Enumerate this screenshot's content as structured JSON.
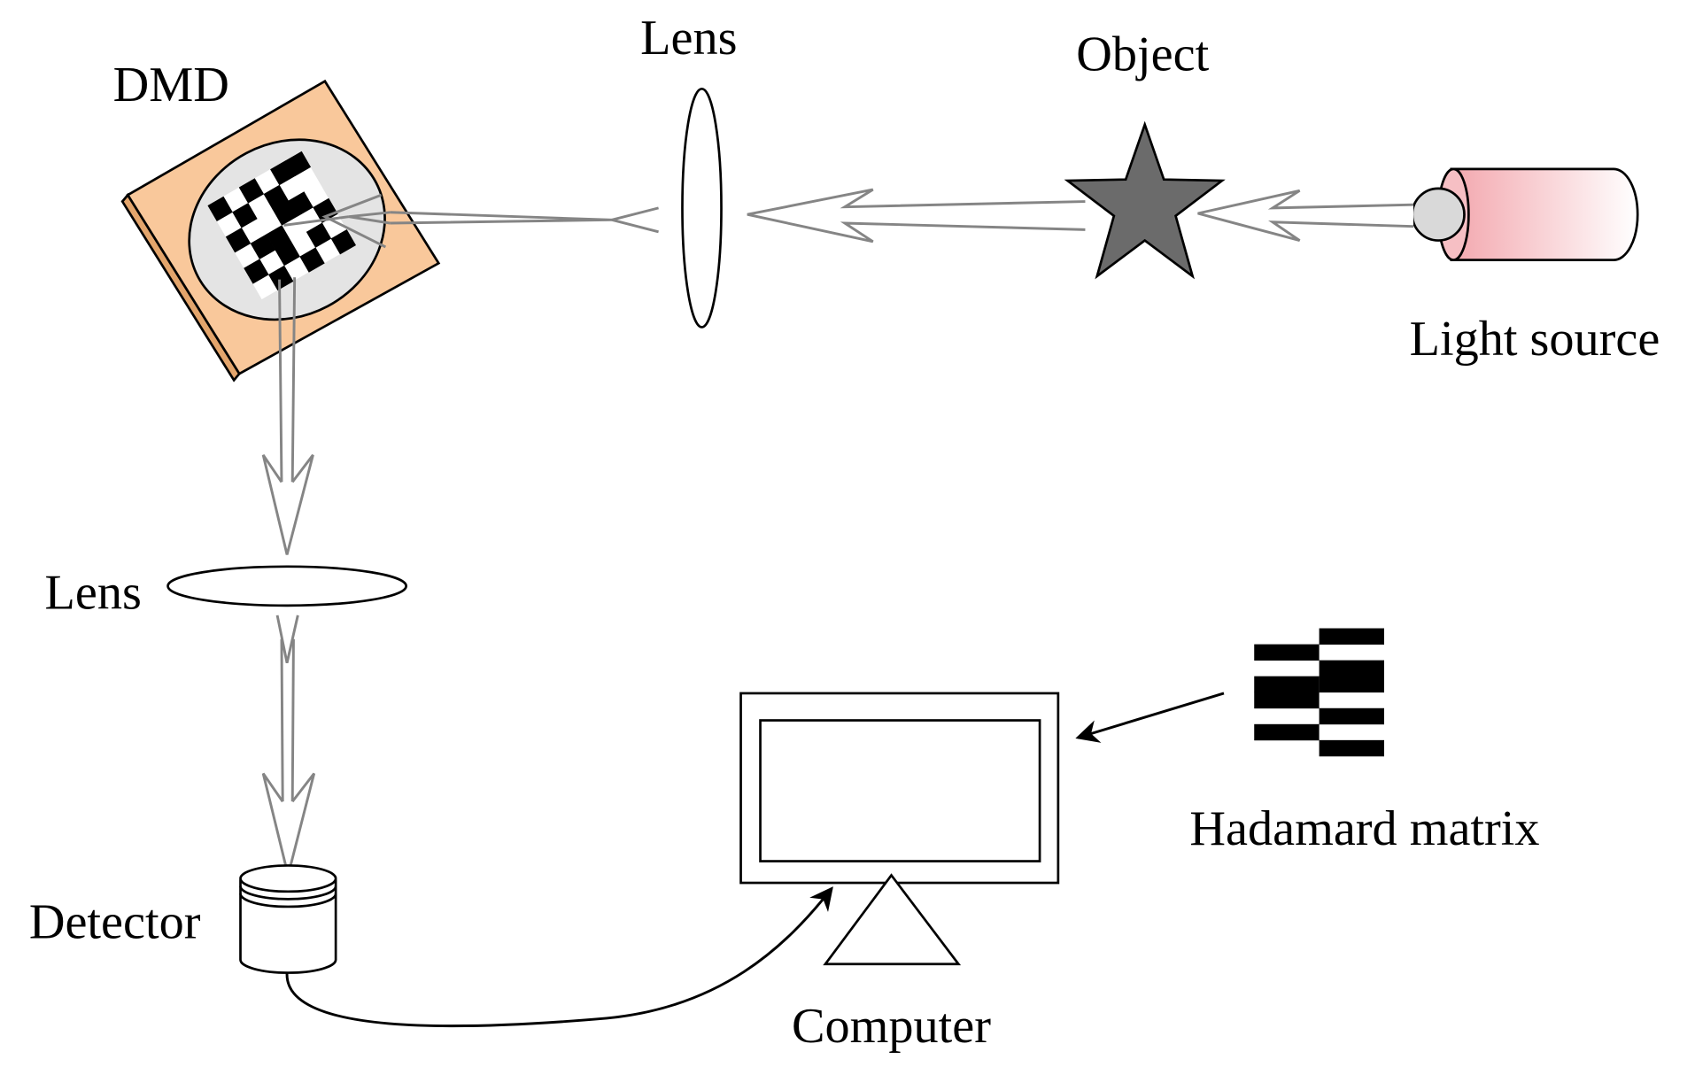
{
  "labels": {
    "dmd": "DMD",
    "lens_top": "Lens",
    "object": "Object",
    "light_source": "Light source",
    "lens_left": "Lens",
    "detector": "Detector",
    "hadamard": "Hadamard matrix",
    "computer": "Computer"
  },
  "colors": {
    "dmd_board": "#f9c89b",
    "dmd_board_edge": "#e3a56c",
    "dmd_mirror": "#e4e4e4",
    "object_star": "#6b6b6b",
    "light_bulb": "#d9d9d9"
  }
}
